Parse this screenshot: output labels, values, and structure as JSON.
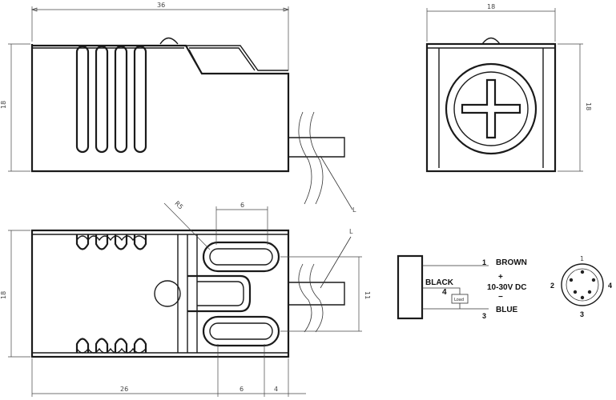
{
  "dims": {
    "top_length": "36",
    "top_height": "18",
    "side_width": "18",
    "side_height": "18",
    "bottom_height": "18",
    "slot_width": "6",
    "slot_radius": "R5",
    "center_gap": "11",
    "bottom_26": "26",
    "bottom_6": "6",
    "bottom_4": "4",
    "cable_ref_top": "L",
    "cable_ref_bottom": "L"
  },
  "wiring": {
    "pin1": "1",
    "pin3": "3",
    "brown": "BROWN",
    "plus": "+",
    "supply": "10-30V DC",
    "minus": "−",
    "blue": "BLUE",
    "black": "BLACK",
    "black_pin": "4",
    "load": "Load"
  },
  "connector": {
    "p1": "1",
    "p2": "2",
    "p3": "3",
    "p4": "4"
  }
}
